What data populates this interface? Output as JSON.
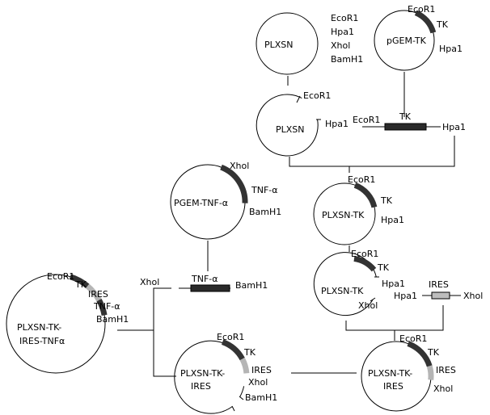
{
  "plasmids": {
    "plxsn": {
      "name": "PLXSN",
      "sites": [
        "EcoR1",
        "Hpa1",
        "Xhol",
        "BamH1"
      ]
    },
    "pgem_tk": {
      "name": "pGEM-TK",
      "ecor1": "EcoR1",
      "tk": "TK",
      "hpa1": "Hpa1"
    },
    "plxsn_open": {
      "name": "PLXSN",
      "ecor1": "EcoR1",
      "hpa1": "Hpa1"
    },
    "tk_fragment": {
      "ecor1": "EcoR1",
      "tk": "TK",
      "hpa1": "Hpa1"
    },
    "plxsn_tk": {
      "name": "PLXSN-TK",
      "ecor1": "EcoR1",
      "tk": "TK",
      "hpa1": "Hpa1"
    },
    "plxsn_tk_cut": {
      "name": "PLXSN-TK",
      "ecor1": "EcoR1",
      "tk": "TK",
      "hpa1": "Hpa1",
      "xhol": "Xhol"
    },
    "ires_fragment": {
      "ires": "IRES",
      "hpa1": "Hpa1",
      "xhol": "Xhol"
    },
    "plxsn_tk_ires_right": {
      "name_line1": "PLXSN-TK-",
      "name_line2": "IRES",
      "ecor1": "EcoR1",
      "tk": "TK",
      "ires": "IRES",
      "xhol": "Xhol"
    },
    "plxsn_tk_ires_cut": {
      "name_line1": "PLXSN-TK-",
      "name_line2": "IRES",
      "ecor1": "EcoR1",
      "tk": "TK",
      "ires": "IRES",
      "xhol": "Xhol",
      "bamh1": "BamH1"
    },
    "pgem_tnf": {
      "name": "PGEM-TNF-α",
      "xhol": "Xhol",
      "tnf": "TNF-α",
      "bamh1": "BamH1"
    },
    "tnf_fragment": {
      "tnf": "TNF-α",
      "bamh1": "BamH1",
      "xhol": "Xhol"
    },
    "final": {
      "name_line1": "PLXSN-TK-",
      "name_line2": "IRES-TNFα",
      "ecor1": "EcoR1",
      "tk": "TK",
      "ires": "IRES",
      "tnf": "TNF-α",
      "bamh1": "BamH1"
    }
  },
  "colors": {
    "tk": "#333333",
    "ires": "#b5b5b5",
    "line": "#000000"
  }
}
